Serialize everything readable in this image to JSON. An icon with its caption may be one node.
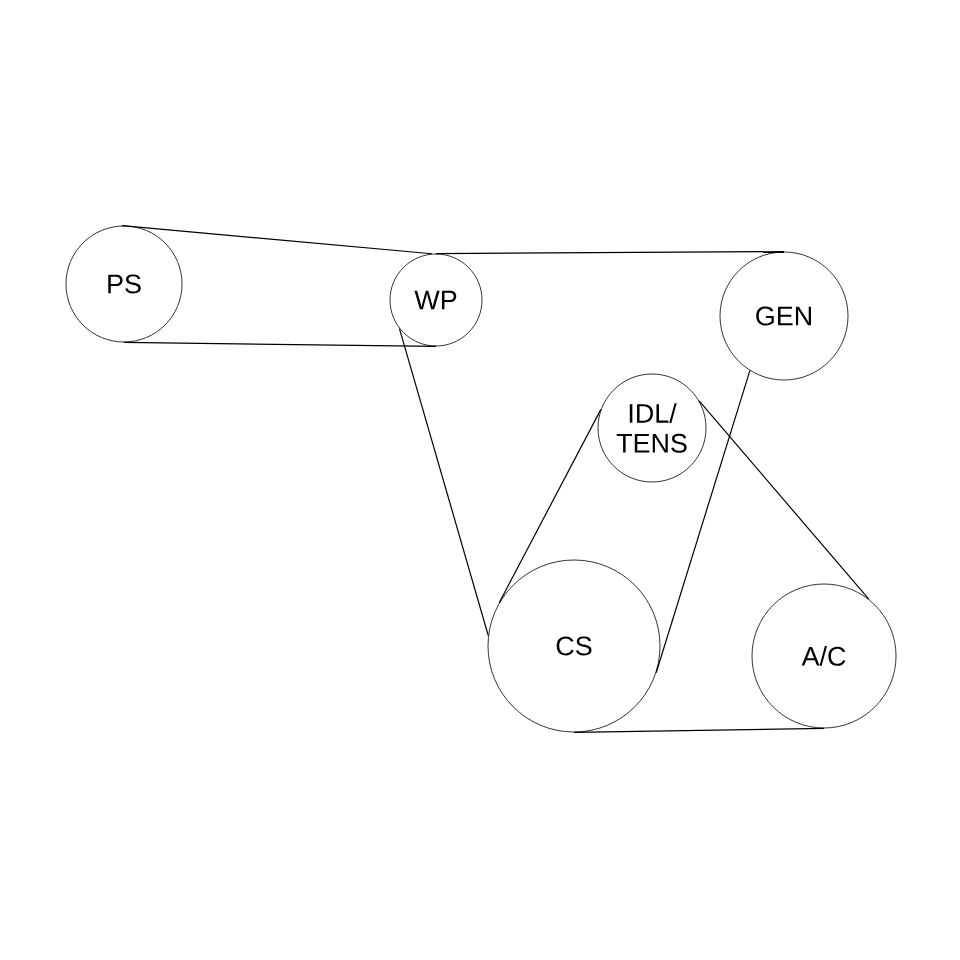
{
  "diagram": {
    "nodes": [
      {
        "text": [
          "PS"
        ]
      },
      {
        "text": [
          "WP"
        ]
      },
      {
        "text": [
          "GEN"
        ]
      },
      {
        "text": [
          "IDL/ TENS"
        ]
      },
      {
        "text": [
          "CS"
        ]
      },
      {
        "text": [
          "A/C"
        ]
      }
    ],
    "edges": [
      {
        "from": 0,
        "to": 1,
        "arrow": "none"
      },
      {
        "from": 1,
        "to": 2,
        "arrow": "none"
      },
      {
        "from": 2,
        "to": 4,
        "arrow": "none"
      },
      {
        "from": 4,
        "to": 3,
        "arrow": "none"
      },
      {
        "from": 3,
        "to": 5,
        "arrow": "none"
      },
      {
        "from": 5,
        "to": 4,
        "arrow": "none"
      },
      {
        "from": 4,
        "to": 1,
        "arrow": "none"
      },
      {
        "from": 1,
        "to": 0,
        "arrow": "none"
      }
    ]
  }
}
